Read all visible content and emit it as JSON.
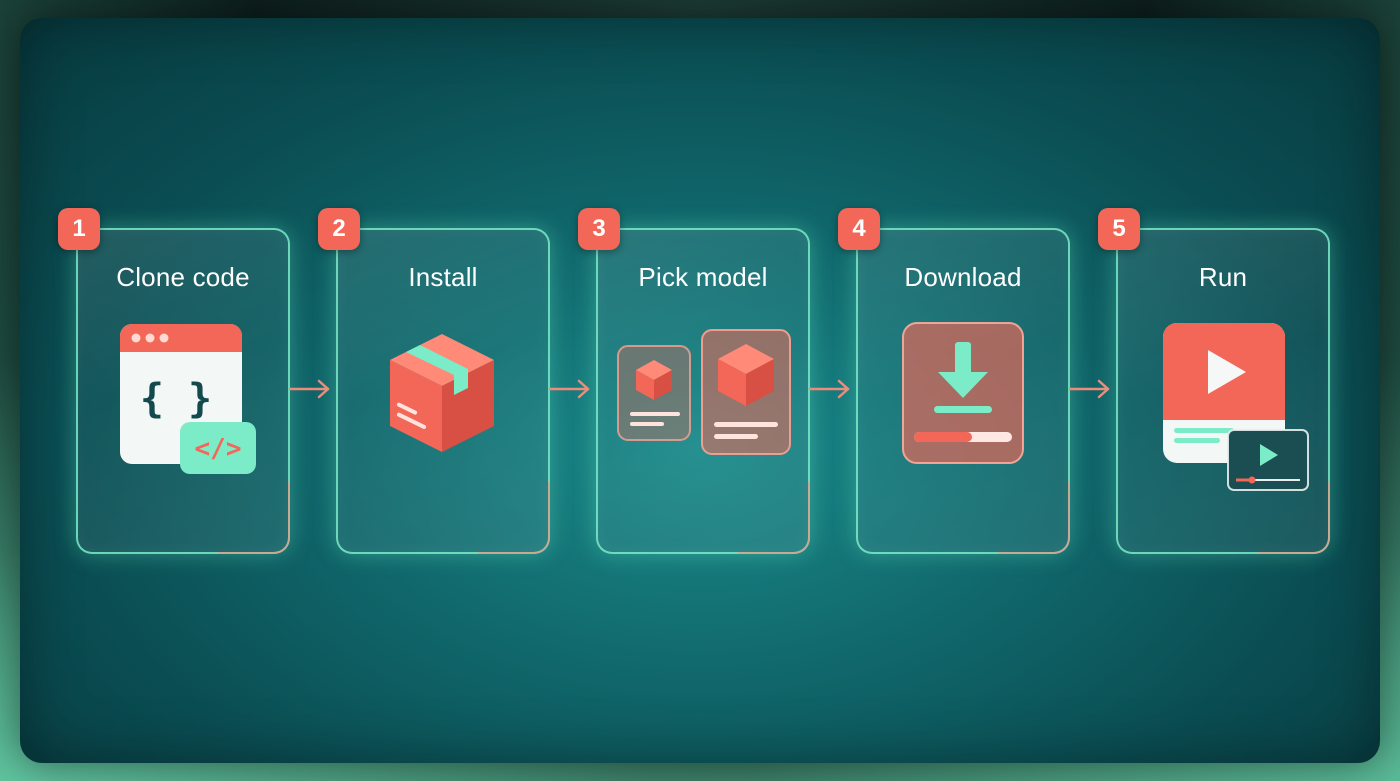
{
  "steps": [
    {
      "number": "1",
      "title": "Clone code",
      "icon": "code-window-icon"
    },
    {
      "number": "2",
      "title": "Install",
      "icon": "package-box-icon"
    },
    {
      "number": "3",
      "title": "Pick model",
      "icon": "model-cards-icon"
    },
    {
      "number": "4",
      "title": "Download",
      "icon": "download-progress-icon"
    },
    {
      "number": "5",
      "title": "Run",
      "icon": "video-play-icon"
    }
  ],
  "icon_text": {
    "braces": "{ }",
    "code_tag": "</>"
  },
  "colors": {
    "accent_coral": "#f26757",
    "accent_mint": "#7cebc8",
    "panel_teal": "#10676b"
  }
}
